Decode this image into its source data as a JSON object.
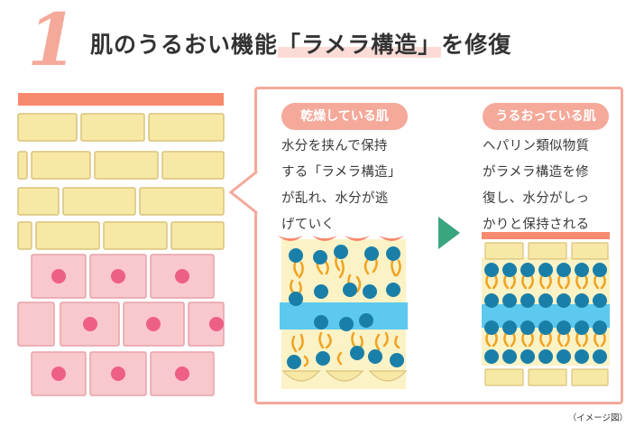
{
  "heading": {
    "number": "1",
    "title_before": "肌のうるおい機能",
    "title_highlight": "「ラメラ構造」",
    "title_after": "を修復"
  },
  "dry_skin": {
    "label": "乾燥している肌",
    "lines": [
      "水分を挟んで保持",
      "する「ラメラ構造」",
      "が乱れ、水分が逃",
      "げていく"
    ]
  },
  "moist_skin": {
    "label": "うるおっている肌",
    "lines": [
      "ヘパリン類似物質",
      "がラメラ構造を修",
      "復し、水分がしっ",
      "かりと保持される"
    ]
  },
  "caption": "（イメージ図）",
  "colors": {
    "accent": "#f5a99a",
    "cell_yellow": "#f8e8a6",
    "cell_border": "#d9c27a",
    "cell_pink": "#f9c8cc",
    "nucleus": "#ee5f86",
    "water": "#5dc9ee",
    "lipid_head": "#1a7fa8",
    "lipid_tail": "#f0a322",
    "arrow": "#3aa680"
  }
}
